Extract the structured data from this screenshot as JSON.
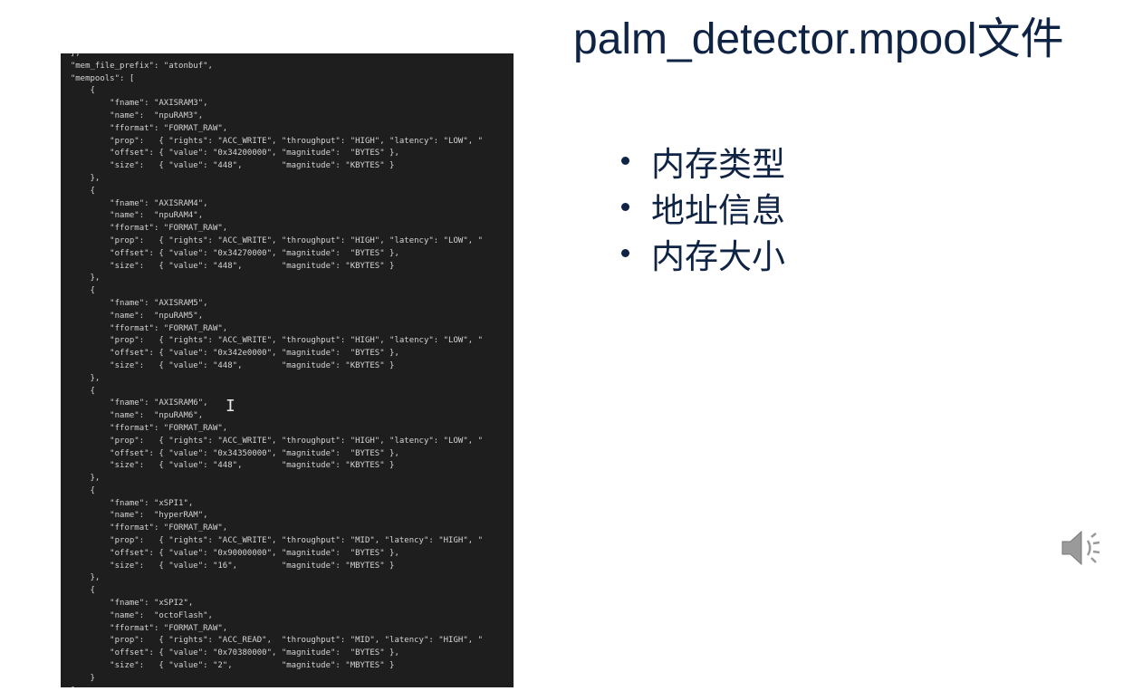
{
  "slide": {
    "title": "palm_detector.mpool文件",
    "bullets": [
      "内存类型",
      "地址信息",
      "内存大小"
    ]
  },
  "code_editor": {
    "lines": [
      "  },",
      "  \"mem_file_prefix\": \"atonbuf\",",
      "  \"mempools\": [",
      "      {",
      "          \"fname\": \"AXISRAM3\",",
      "          \"name\":  \"npuRAM3\",",
      "          \"fformat\": \"FORMAT_RAW\",",
      "          \"prop\":   { \"rights\": \"ACC_WRITE\", \"throughput\": \"HIGH\", \"latency\": \"LOW\", \"",
      "          \"offset\": { \"value\": \"0x34200000\", \"magnitude\":  \"BYTES\" },",
      "          \"size\":   { \"value\": \"448\",        \"magnitude\": \"KBYTES\" }",
      "      },",
      "      {",
      "          \"fname\": \"AXISRAM4\",",
      "          \"name\":  \"npuRAM4\",",
      "          \"fformat\": \"FORMAT_RAW\",",
      "          \"prop\":   { \"rights\": \"ACC_WRITE\", \"throughput\": \"HIGH\", \"latency\": \"LOW\", \"",
      "          \"offset\": { \"value\": \"0x34270000\", \"magnitude\":  \"BYTES\" },",
      "          \"size\":   { \"value\": \"448\",        \"magnitude\": \"KBYTES\" }",
      "      },",
      "      {",
      "          \"fname\": \"AXISRAM5\",",
      "          \"name\":  \"npuRAM5\",",
      "          \"fformat\": \"FORMAT_RAW\",",
      "          \"prop\":   { \"rights\": \"ACC_WRITE\", \"throughput\": \"HIGH\", \"latency\": \"LOW\", \"",
      "          \"offset\": { \"value\": \"0x342e0000\", \"magnitude\":  \"BYTES\" },",
      "          \"size\":   { \"value\": \"448\",        \"magnitude\": \"KBYTES\" }",
      "      },",
      "      {",
      "          \"fname\": \"AXISRAM6\",",
      "          \"name\":  \"npuRAM6\",",
      "          \"fformat\": \"FORMAT_RAW\",",
      "          \"prop\":   { \"rights\": \"ACC_WRITE\", \"throughput\": \"HIGH\", \"latency\": \"LOW\", \"",
      "          \"offset\": { \"value\": \"0x34350000\", \"magnitude\":  \"BYTES\" },",
      "          \"size\":   { \"value\": \"448\",        \"magnitude\": \"KBYTES\" }",
      "      },",
      "      {",
      "          \"fname\": \"xSPI1\",",
      "          \"name\":  \"hyperRAM\",",
      "          \"fformat\": \"FORMAT_RAW\",",
      "          \"prop\":   { \"rights\": \"ACC_WRITE\", \"throughput\": \"MID\", \"latency\": \"HIGH\", \"",
      "          \"offset\": { \"value\": \"0x90000000\", \"magnitude\":  \"BYTES\" },",
      "          \"size\":   { \"value\": \"16\",         \"magnitude\": \"MBYTES\" }",
      "      },",
      "      {",
      "          \"fname\": \"xSPI2\",",
      "          \"name\":  \"octoFlash\",",
      "          \"fformat\": \"FORMAT_RAW\",",
      "          \"prop\":   { \"rights\": \"ACC_READ\",  \"throughput\": \"MID\", \"latency\": \"HIGH\", \"",
      "          \"offset\": { \"value\": \"0x70380000\", \"magnitude\":  \"BYTES\" },",
      "          \"size\":   { \"value\": \"2\",          \"magnitude\": \"MBYTES\" }",
      "      }",
      "  ]"
    ]
  },
  "icons": {
    "cursor": "text-cursor-icon",
    "audio": "speaker-icon"
  },
  "colors": {
    "title": "#0f2344",
    "code_bg": "#1e1e1e",
    "code_text": "#d4d4d4"
  }
}
